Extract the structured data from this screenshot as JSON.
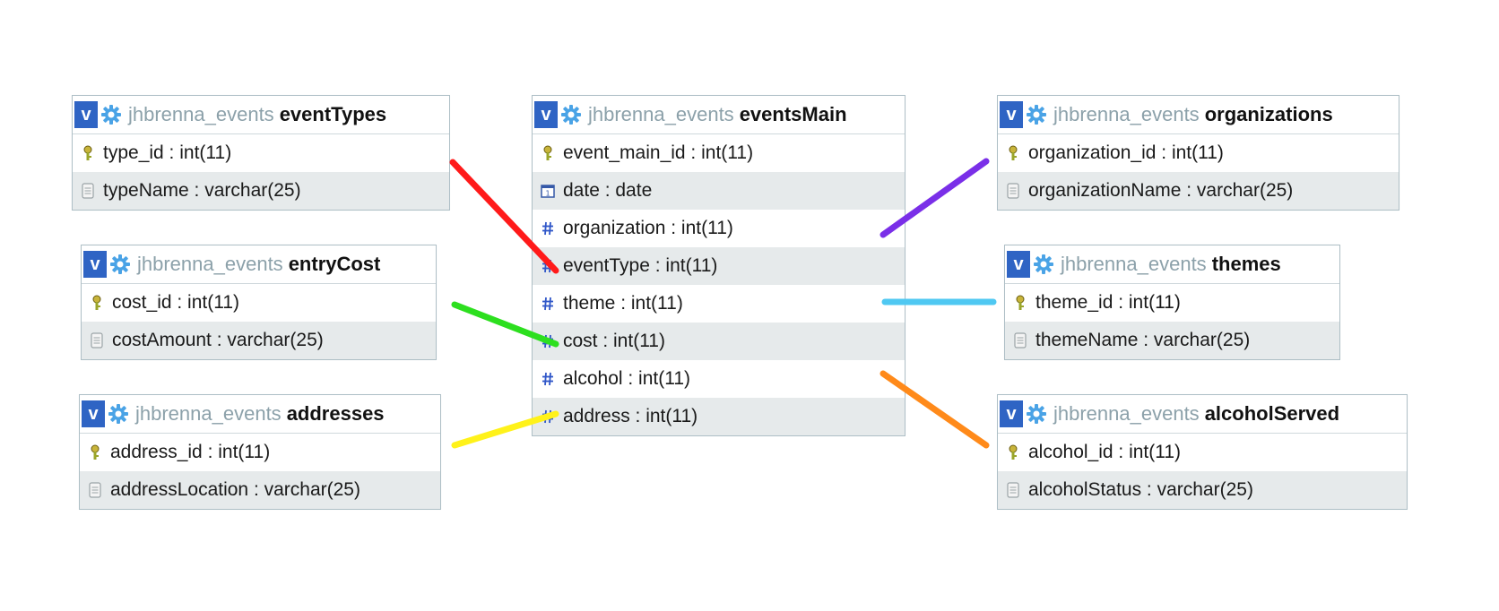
{
  "tables": [
    {
      "id": "eventTypes",
      "db": "jhbrenna_events",
      "name": "eventTypes",
      "columns": [
        {
          "label": "type_id : int(11)",
          "icon": "primary-key-icon"
        },
        {
          "label": "typeName : varchar(25)",
          "icon": "text-field-icon"
        }
      ]
    },
    {
      "id": "entryCost",
      "db": "jhbrenna_events",
      "name": "entryCost",
      "columns": [
        {
          "label": "cost_id : int(11)",
          "icon": "primary-key-icon"
        },
        {
          "label": "costAmount : varchar(25)",
          "icon": "text-field-icon"
        }
      ]
    },
    {
      "id": "addresses",
      "db": "jhbrenna_events",
      "name": "addresses",
      "columns": [
        {
          "label": "address_id : int(11)",
          "icon": "primary-key-icon"
        },
        {
          "label": "addressLocation : varchar(25)",
          "icon": "text-field-icon"
        }
      ]
    },
    {
      "id": "eventsMain",
      "db": "jhbrenna_events",
      "name": "eventsMain",
      "columns": [
        {
          "label": "event_main_id : int(11)",
          "icon": "primary-key-icon"
        },
        {
          "label": "date : date",
          "icon": "date-field-icon"
        },
        {
          "label": "organization : int(11)",
          "icon": "numeric-field-icon"
        },
        {
          "label": "eventType : int(11)",
          "icon": "numeric-field-icon"
        },
        {
          "label": "theme : int(11)",
          "icon": "numeric-field-icon"
        },
        {
          "label": "cost : int(11)",
          "icon": "numeric-field-icon"
        },
        {
          "label": "alcohol : int(11)",
          "icon": "numeric-field-icon"
        },
        {
          "label": "address : int(11)",
          "icon": "numeric-field-icon"
        }
      ]
    },
    {
      "id": "organizations",
      "db": "jhbrenna_events",
      "name": "organizations",
      "columns": [
        {
          "label": "organization_id : int(11)",
          "icon": "primary-key-icon"
        },
        {
          "label": "organizationName : varchar(25)",
          "icon": "text-field-icon"
        }
      ]
    },
    {
      "id": "themes",
      "db": "jhbrenna_events",
      "name": "themes",
      "columns": [
        {
          "label": "theme_id : int(11)",
          "icon": "primary-key-icon"
        },
        {
          "label": "themeName : varchar(25)",
          "icon": "text-field-icon"
        }
      ]
    },
    {
      "id": "alcoholServed",
      "db": "jhbrenna_events",
      "name": "alcoholServed",
      "columns": [
        {
          "label": "alcohol_id : int(11)",
          "icon": "primary-key-icon"
        },
        {
          "label": "alcoholStatus : varchar(25)",
          "icon": "text-field-icon"
        }
      ]
    }
  ],
  "relations": [
    {
      "from": "eventTypes",
      "to": "eventsMain.eventType",
      "color": "#ff1a1a"
    },
    {
      "from": "entryCost",
      "to": "eventsMain.cost",
      "color": "#2ddf1f"
    },
    {
      "from": "addresses",
      "to": "eventsMain.address",
      "color": "#fff21a"
    },
    {
      "from": "organizations",
      "to": "eventsMain.organization",
      "color": "#7a2fe8"
    },
    {
      "from": "themes",
      "to": "eventsMain.theme",
      "color": "#4fc8f2"
    },
    {
      "from": "alcoholServed",
      "to": "eventsMain.alcohol",
      "color": "#ff8a1a"
    }
  ],
  "colors": {
    "toggle_button": "#2f64c4",
    "gear_icon": "#4aa3e6",
    "alt_row": "#e6eaeb",
    "border": "#aebfc6",
    "db_name_text": "#8ca1aa"
  }
}
